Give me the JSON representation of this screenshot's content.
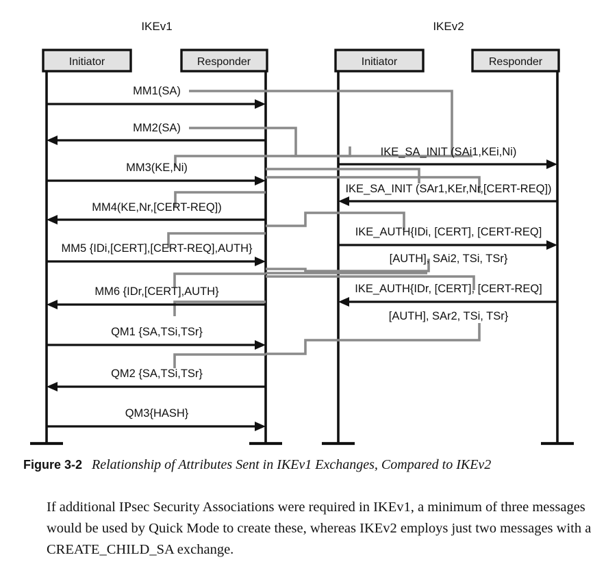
{
  "figure": {
    "caption_number": "Figure 3-2",
    "caption_text": "Relationship of Attributes Sent in IKEv1 Exchanges, Compared to IKEv2",
    "colors": {
      "connector_gray": "#8a8a8a",
      "box_fill": "#e2e2e2",
      "ink": "#111111"
    }
  },
  "groups": {
    "left": {
      "title": "IKEv1",
      "initiator_label": "Initiator",
      "responder_label": "Responder"
    },
    "right": {
      "title": "IKEv2",
      "initiator_label": "Initiator",
      "responder_label": "Responder"
    }
  },
  "ikev1_messages": [
    {
      "id": "mm1",
      "label": "MM1(SA)",
      "direction": "right"
    },
    {
      "id": "mm2",
      "label": "MM2(SA)",
      "direction": "left"
    },
    {
      "id": "mm3",
      "label": "MM3(KE,Ni)",
      "direction": "right"
    },
    {
      "id": "mm4",
      "label": "MM4(KE,Nr,[CERT-REQ])",
      "direction": "left"
    },
    {
      "id": "mm5",
      "label": "MM5 {IDi,[CERT],[CERT-REQ],AUTH}",
      "direction": "right"
    },
    {
      "id": "mm6",
      "label": "MM6 {IDr,[CERT],AUTH}",
      "direction": "left"
    },
    {
      "id": "qm1",
      "label": "QM1 {SA,TSi,TSr}",
      "direction": "right"
    },
    {
      "id": "qm2",
      "label": "QM2 {SA,TSi,TSr}",
      "direction": "left"
    },
    {
      "id": "qm3",
      "label": "QM3{HASH}",
      "direction": "right"
    }
  ],
  "ikev2_messages": [
    {
      "id": "sa_init_req",
      "label": "IKE_SA_INIT (SAi1,KEi,Ni)",
      "label2": "",
      "direction": "right"
    },
    {
      "id": "sa_init_resp",
      "label": "IKE_SA_INIT (SAr1,KEr,Nr,[CERT-REQ])",
      "label2": "",
      "direction": "left"
    },
    {
      "id": "auth_req",
      "label": "IKE_AUTH{IDi, [CERT], [CERT-REQ]",
      "label2": "[AUTH], SAi2, TSi, TSr}",
      "direction": "right"
    },
    {
      "id": "auth_resp",
      "label": "IKE_AUTH{IDr, [CERT], [CERT-REQ]",
      "label2": "[AUTH], SAr2, TSi, TSr}",
      "direction": "left"
    }
  ],
  "body": {
    "paragraph": "If additional IPsec Security Associations were required in IKEv1, a minimum of three messages would be used by Quick Mode to create these, whereas IKEv2 employs just two messages with a CREATE_CHILD_SA exchange."
  }
}
